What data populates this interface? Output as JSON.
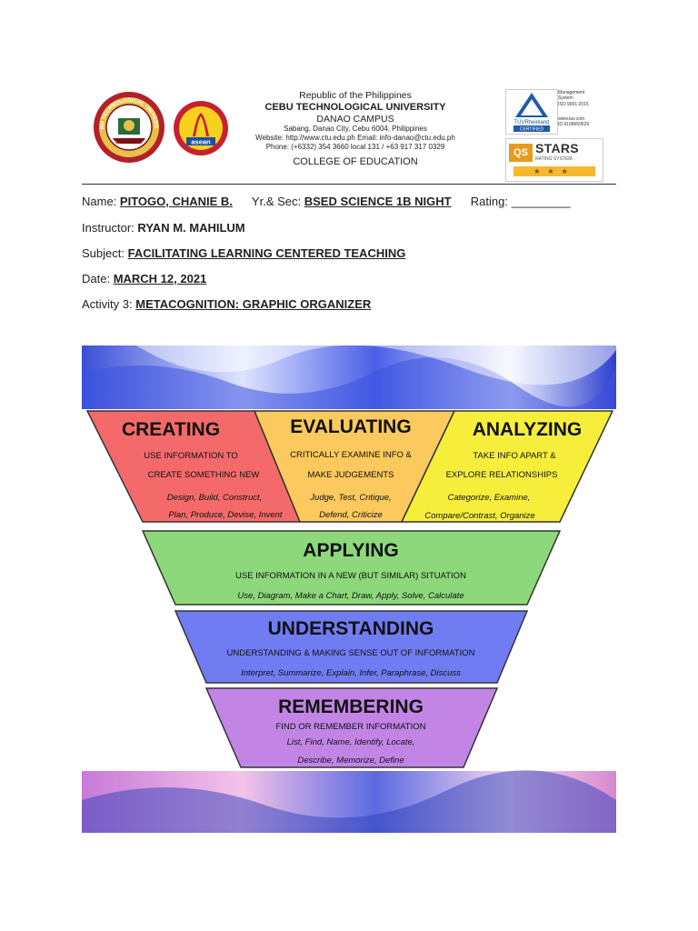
{
  "header": {
    "line1": "Republic of the Philippines",
    "university": "CEBU TECHNOLOGICAL UNIVERSITY",
    "campus": "DANAO CAMPUS",
    "address": "Sabang, Danao City, Cebu 6004, Philippines",
    "contacts": "Website: http://www.ctu.edu.ph   Email: info-danao@ctu.edu.ph",
    "phone": "Phone: (+6332) 354 3660 local 131 / +63 917 317 0329",
    "college": "COLLEGE OF EDUCATION",
    "seal_text": "CEBU TECHNOLOGICAL UNIVERSITY",
    "seal_bottom": "Cebu, Philippines",
    "asean_text": "asean",
    "tuv_cert": {
      "brand": "TÜVRheinland",
      "certified": "CERTIFIED",
      "info_lines": [
        "Management",
        "System",
        "ISO 9001:2015",
        "",
        "www.tuv.com",
        "ID 9108650629"
      ]
    },
    "qs": {
      "logo": "QS",
      "title": "STARS",
      "subtitle": "RATING SYSTEM",
      "stars": "★★★"
    }
  },
  "form": {
    "name_label": "Name: ",
    "name_value": "PITOGO, CHANIE B.",
    "yrsec_label": "Yr.& Sec: ",
    "yrsec_value": "BSED SCIENCE 1B NIGHT",
    "rating_label": "Rating: ",
    "rating_blank": "_________",
    "instructor_label": "Instructor: ",
    "instructor_value": "RYAN M. MAHILUM",
    "subject_label": "Subject: ",
    "subject_value": "FACILITATING LEARNING CENTERED TEACHING",
    "date_label": "Date: ",
    "date_value": " MARCH 12, 2021",
    "activity_label": "Activity 3: ",
    "activity_value": "METACOGNITION: GRAPHIC ORGANIZER"
  },
  "pyramid": {
    "creating": {
      "title": "CREATING",
      "line1": "USE INFORMATION TO",
      "line2": "CREATE SOMETHING NEW",
      "ex1": "Design, Build, Construct,",
      "ex2": "Plan, Produce, Devise, Invent",
      "color": "#f46a6a"
    },
    "evaluating": {
      "title": "EVALUATING",
      "line1": "CRITICALLY EXAMINE INFO &",
      "line2": "MAKE JUDGEMENTS",
      "ex1": "Judge, Test, Critique,",
      "ex2": "Defend, Criticize",
      "color": "#fbc95e"
    },
    "analyzing": {
      "title": "ANALYZING",
      "line1": "TAKE INFO APART &",
      "line2": "EXPLORE RELATIONSHIPS",
      "ex1": "Categorize, Examine,",
      "ex2": "Compare/Contrast, Organize",
      "color": "#f7ee3c"
    },
    "applying": {
      "title": "APPLYING",
      "line1": "USE INFORMATION IN A NEW (BUT SIMILAR) SITUATION",
      "ex1": "Use, Diagram, Make a Chart, Draw, Apply, Solve, Calculate",
      "color": "#8cd87a"
    },
    "understanding": {
      "title": "UNDERSTANDING",
      "line1": "UNDERSTANDING & MAKING SENSE OUT OF INFORMATION",
      "ex1": "Interpret, Summarize, Explain, Infer, Paraphrase, Discuss",
      "color": "#6f7cf2"
    },
    "remembering": {
      "title": "REMEMBERING",
      "line1": "FIND OR REMEMBER INFORMATION",
      "ex1": "List, Find, Name, Identify, Locate,",
      "ex2": "Describe, Memorize, Define",
      "color": "#c285e6"
    }
  }
}
